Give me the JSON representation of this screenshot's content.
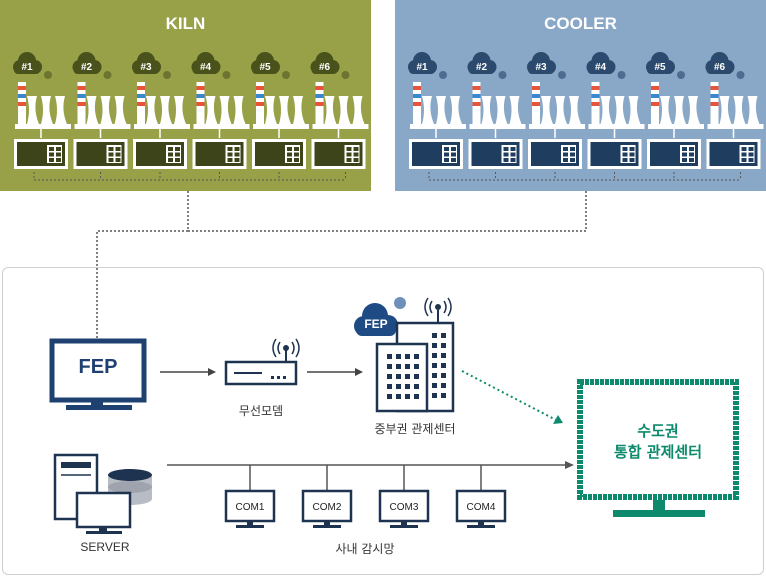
{
  "kiln": {
    "title": "KILN",
    "units": [
      "#1",
      "#2",
      "#3",
      "#4",
      "#5",
      "#6"
    ],
    "colors": {
      "panel": "#98a148",
      "dark": "#3d4419",
      "cloud": "#4a521c",
      "small_cloud": "#6c7430"
    }
  },
  "cooler": {
    "title": "COOLER",
    "units": [
      "#1",
      "#2",
      "#3",
      "#4",
      "#5",
      "#6"
    ],
    "colors": {
      "panel": "#89a7c6",
      "dark": "#1e3d5f",
      "cloud": "#2b4a6d",
      "small_cloud": "#4d6c8f"
    }
  },
  "fep": {
    "label": "FEP",
    "color": "#1e4172"
  },
  "modem": {
    "label": "무선모뎀"
  },
  "regional_center": {
    "cloud_label": "FEP",
    "label": "중부권 관제센터"
  },
  "capital_center": {
    "line1": "수도권",
    "line2": "통합 관제센터",
    "color": "#0d8a6c"
  },
  "server": {
    "label": "SERVER"
  },
  "internal": {
    "label": "사내 감시망",
    "monitors": [
      "COM1",
      "COM2",
      "COM3",
      "COM4"
    ]
  }
}
